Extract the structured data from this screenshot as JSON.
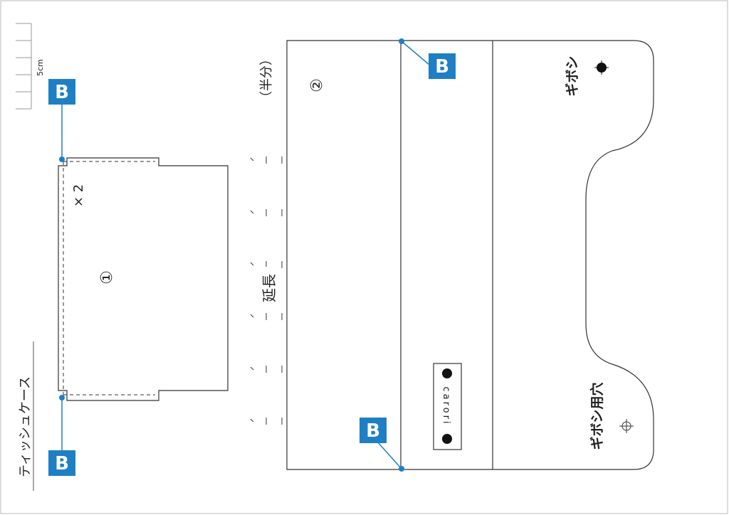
{
  "title": "ティッシュケース",
  "scale_label": "5cm",
  "marker_label": "B",
  "piece1": {
    "number": "①",
    "quantity": "× 2"
  },
  "piece2": {
    "number": "②",
    "note_half": "（半分）",
    "note_extend": "延長"
  },
  "buttonhole": {
    "label": "ギボシ",
    "hole_label": "ギボシ用穴"
  },
  "brand_label": "carori",
  "colors": {
    "accent": "#1f7fc4",
    "line": "#333333",
    "border": "#bbbbbb"
  }
}
